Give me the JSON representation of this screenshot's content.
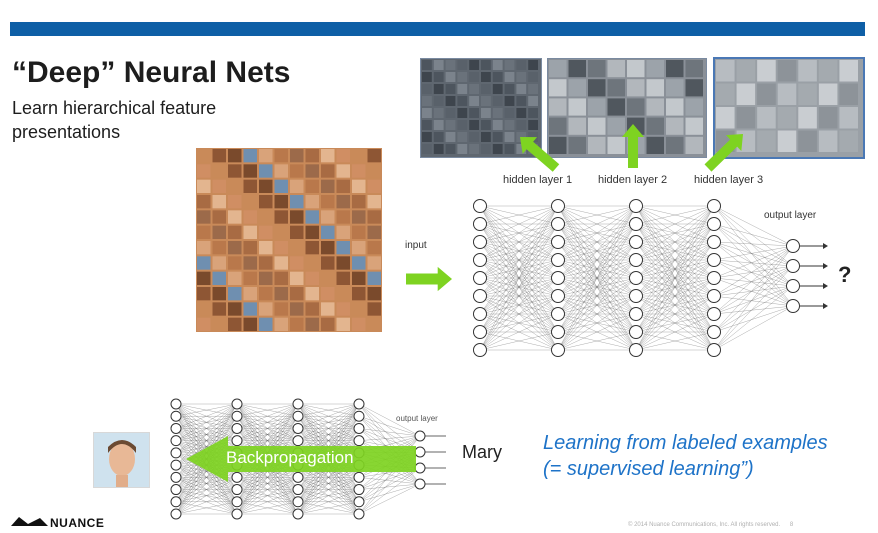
{
  "slide": {
    "title": "“Deep” Neural Nets",
    "subtitle": "Learn hierarchical feature presentations",
    "labels": {
      "hidden1": "hidden layer 1",
      "hidden2": "hidden layer 2",
      "hidden3": "hidden layer 3",
      "output": "output layer",
      "input": "input",
      "question": "?",
      "bottom_output": "output layer",
      "backprop": "Backpropagation",
      "mary": "Mary"
    },
    "learning_text": "Learning from labeled examples (= supervised learning”)",
    "logo": "NUANCE",
    "copyright": "© 2014 Nuance Communications, Inc. All rights reserved.",
    "page_number": "8"
  },
  "colors": {
    "accent_bar": "#0e5fa6",
    "arrow_green": "#7ed321",
    "learning_text": "#1e73c8",
    "node_fill": "#ffffff",
    "edge": "#555555"
  },
  "icons": {
    "logo": "nuance-logo-icon"
  },
  "network": {
    "main_layers": [
      9,
      9,
      9,
      9,
      4
    ],
    "bottom_layers": [
      10,
      10,
      10,
      10,
      4
    ]
  }
}
